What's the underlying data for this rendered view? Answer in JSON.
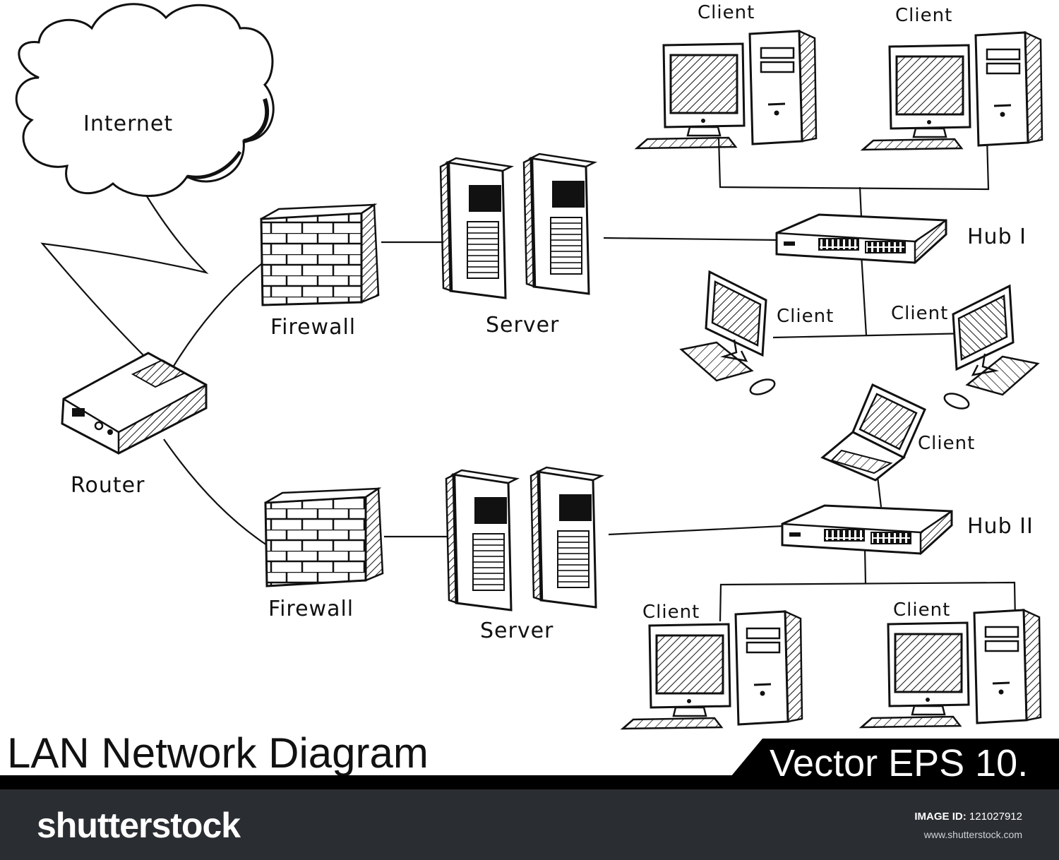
{
  "labels": {
    "internet": "Internet",
    "router": "Router",
    "firewall_top": "Firewall",
    "firewall_bottom": "Firewall",
    "server_top": "Server",
    "server_bottom": "Server",
    "hub_1": "Hub I",
    "hub_2": "Hub II",
    "client": "Client"
  },
  "title": "LAN Network Diagram",
  "subtitle": "Vector EPS 10.",
  "footer": {
    "brand": "shutterstock",
    "image_id_label": "IMAGE ID:",
    "image_id": "121027912",
    "site": "www.shutterstock.com"
  },
  "colors": {
    "ink": "#111111",
    "footer_bg": "#2a2d31",
    "band": "#000000"
  }
}
